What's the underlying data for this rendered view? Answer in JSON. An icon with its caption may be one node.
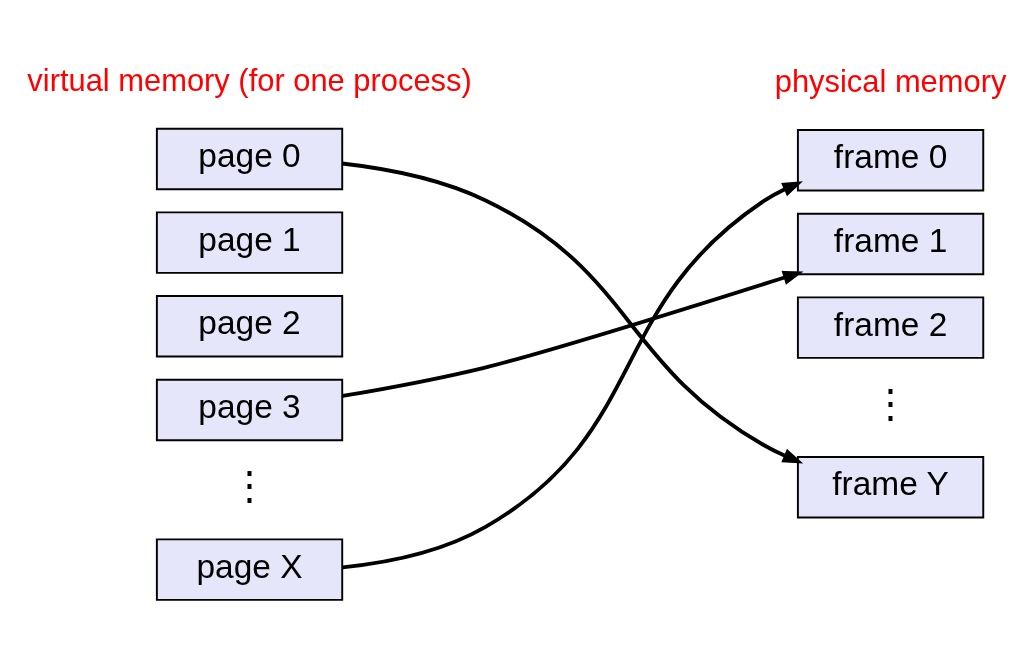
{
  "diagram": {
    "nodes": [
      {
        "text": [
          "page 0"
        ]
      },
      {
        "text": [
          "page 1"
        ]
      },
      {
        "text": [
          "page 2"
        ]
      },
      {
        "text": [
          "page 3"
        ]
      },
      {
        "text": [
          "page X"
        ]
      },
      {
        "text": [
          "frame 0"
        ]
      },
      {
        "text": [
          "frame 1"
        ]
      },
      {
        "text": [
          "frame 2"
        ]
      },
      {
        "text": [
          "frame Y"
        ]
      }
    ],
    "edges": [
      {
        "from": 0,
        "to": 8,
        "arrow": "to"
      },
      {
        "from": 3,
        "to": 6,
        "arrow": "to"
      },
      {
        "from": 4,
        "to": 5,
        "arrow": "to"
      }
    ],
    "labels": [
      "virtual memory (for one process)",
      "physical memory",
      "⋮",
      "⋮"
    ]
  }
}
